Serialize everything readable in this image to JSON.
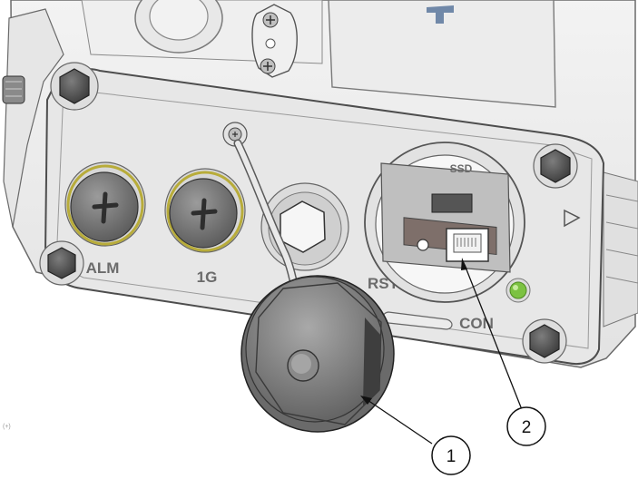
{
  "labels": {
    "alm": "ALM",
    "one_g": "1G",
    "rst": "RST",
    "con": "CON",
    "ssd": "SSD",
    "corner_mark": "(+)"
  },
  "callouts": [
    {
      "number": "1",
      "target": "dust-cap"
    },
    {
      "number": "2",
      "target": "console-port"
    }
  ],
  "colors": {
    "housing": "#ebebeb",
    "panel": "#e3e3e3",
    "outline": "#555555",
    "led_green": "#7cc242",
    "plug_ring": "#b8ac3a"
  }
}
